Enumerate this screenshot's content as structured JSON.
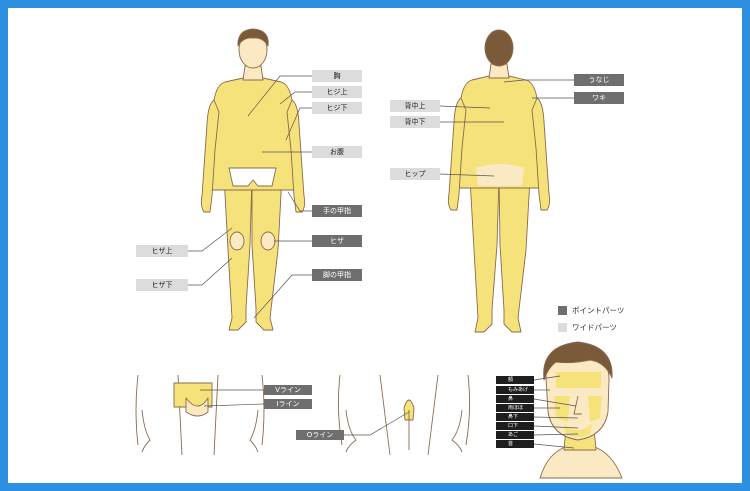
{
  "colors": {
    "frame": "#2d8fe0",
    "skin_highlight": "#f6e27a",
    "skin": "#fbe9c4",
    "outline": "#8a6a4a",
    "hair": "#7b5a3a",
    "wide_parts": "#dcdcdc",
    "point_parts": "#6e6e6e",
    "face_labels": "#1e1e1e"
  },
  "front_labels": {
    "chest": "胸",
    "elbow_upper": "ヒジ上",
    "elbow_lower": "ヒジ下",
    "belly": "お腹",
    "hand_back": "手の甲指",
    "knee": "ヒザ",
    "knee_upper": "ヒザ上",
    "knee_lower": "ヒザ下",
    "foot_back": "脚の甲指"
  },
  "back_labels": {
    "nape": "うなじ",
    "armpit": "ワキ",
    "back_upper": "背中上",
    "back_lower": "背中下",
    "hip": "ヒップ"
  },
  "legend": {
    "point": "ポイントパーツ",
    "wide": "ワイドパーツ"
  },
  "bikini_labels": {
    "v_line": "Vライン",
    "i_line": "Iライン",
    "o_line": "Oライン"
  },
  "face_labels": [
    "額",
    "もみあげ",
    "鼻",
    "両ほほ",
    "鼻下",
    "口下",
    "あご",
    "首"
  ]
}
